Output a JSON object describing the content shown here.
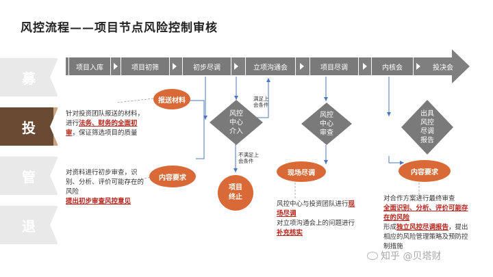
{
  "title": "风控流程——项目节点风险控制审核",
  "stages": [
    "募",
    "投",
    "管",
    "退"
  ],
  "steps": [
    "项目入库",
    "项目初筛",
    "初步尽调",
    "立项沟通会",
    "项目尽调",
    "内核会",
    "投决会"
  ],
  "nodes": {
    "submit_material": "报送材料",
    "content_req_left": "内容要求",
    "risk_intervene": [
      "风控",
      "中心",
      "介入"
    ],
    "project_terminate": [
      "项目",
      "终止"
    ],
    "risk_review": [
      "风控",
      "中心",
      "审查"
    ],
    "issue_report": [
      "出具",
      "风控",
      "尽调",
      "报告"
    ],
    "field_dd": "现场尽调",
    "content_req_right": "内容要求"
  },
  "conditions": {
    "meet": [
      "满足上",
      "会条件"
    ],
    "not_meet": [
      "不满足上",
      "会条件"
    ]
  },
  "descs": {
    "d1_p1": "针对投资团队报送的材料，进行",
    "d1_h1": "法务、财务的全面初审",
    "d1_p2": "，保证筛选项目的质量",
    "d2_p1": "对资料进行初步审查，识别、分析、评价可能存在的风险",
    "d2_h1": "提出初步审查风控意见",
    "d3_p1": "风控中心与投资团队进行",
    "d3_h1": "现场尽调",
    "d3_p2": "对立项沟通会上的问题进行",
    "d3_h2": "补充核实",
    "d4_p1": "对合作方案进行最终审查",
    "d4_h1": "全面识别、分析、评价可能存在的风险",
    "d4_p2": "形成",
    "d4_h2": "独立风控尽调报告",
    "d4_p3": "，提出相应的风险管理策略及预防控制措施"
  },
  "watermark": "知乎 @贝塔财",
  "colors": {
    "orange": "#d96a37",
    "gray": "#7a7a7a",
    "brown": "#6b4a33",
    "highlight": "#b8241c"
  }
}
